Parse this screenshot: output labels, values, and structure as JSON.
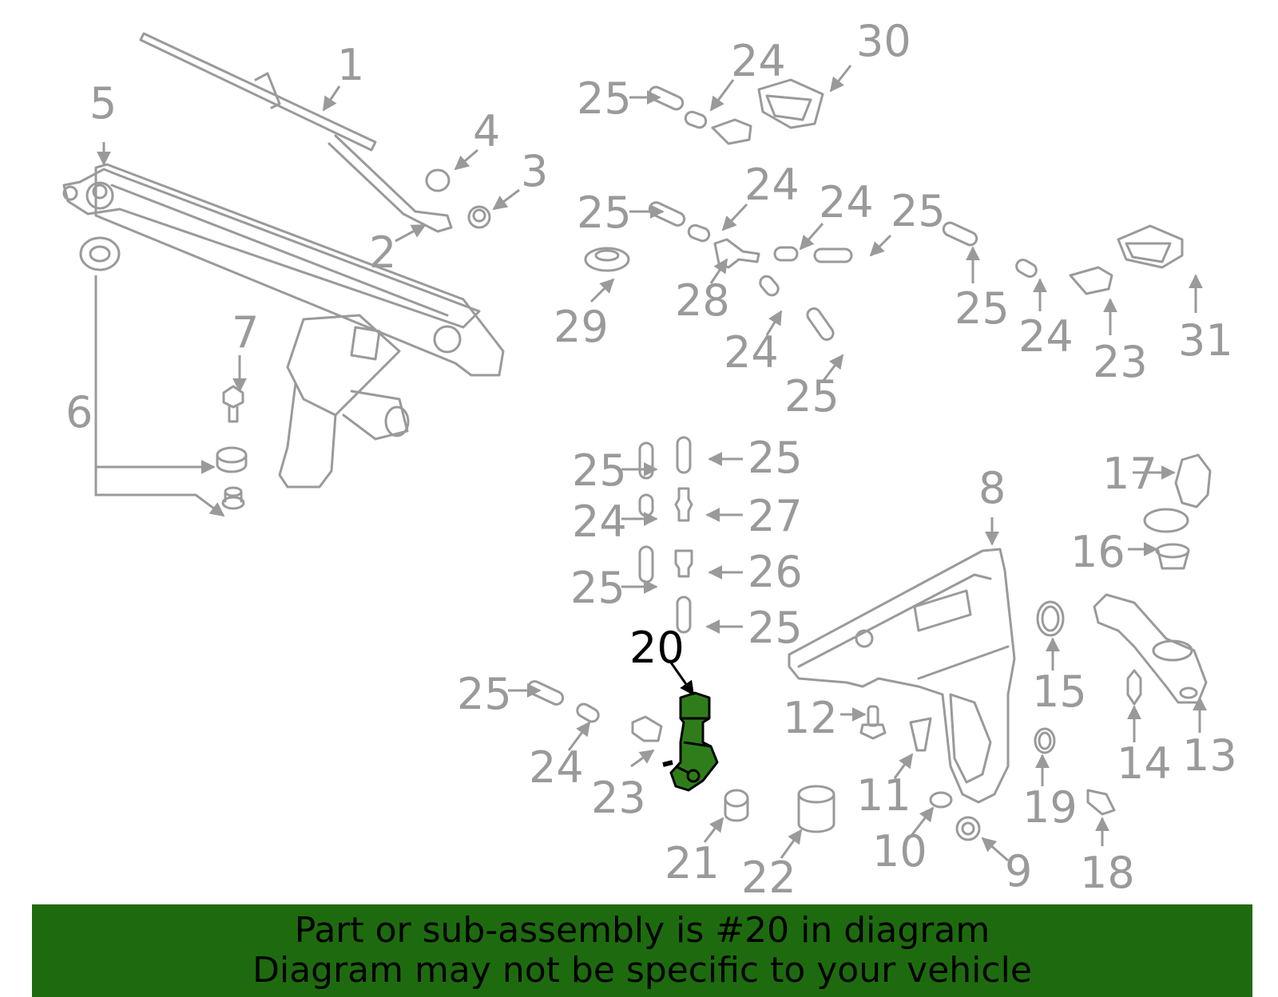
{
  "diagram": {
    "highlighted_part": "20",
    "highlight_color": "#2f7d1a",
    "line_color": "#9a9a9a",
    "callouts": [
      "1",
      "2",
      "3",
      "4",
      "5",
      "6",
      "7",
      "8",
      "9",
      "10",
      "11",
      "12",
      "13",
      "14",
      "15",
      "16",
      "17",
      "18",
      "19",
      "20",
      "21",
      "22",
      "23",
      "24",
      "25",
      "26",
      "27",
      "28",
      "29",
      "30",
      "31"
    ]
  },
  "callouts": {
    "c1": "1",
    "c2": "2",
    "c3": "3",
    "c4": "4",
    "c5": "5",
    "c6": "6",
    "c7": "7",
    "c8": "8",
    "c9": "9",
    "c10": "10",
    "c11": "11",
    "c12": "12",
    "c13": "13",
    "c14": "14",
    "c15": "15",
    "c16": "16",
    "c17": "17",
    "c18": "18",
    "c19": "19",
    "c20": "20",
    "c21": "21",
    "c22": "22",
    "c23": "23",
    "c24": "24",
    "c25": "25",
    "c26": "26",
    "c27": "27",
    "c28": "28",
    "c29": "29",
    "c30": "30",
    "c31": "31"
  },
  "banner": {
    "line1": "Part or sub-assembly is #20 in diagram",
    "line2": "Diagram may not be specific to your vehicle",
    "background": "#1e6b0f"
  }
}
